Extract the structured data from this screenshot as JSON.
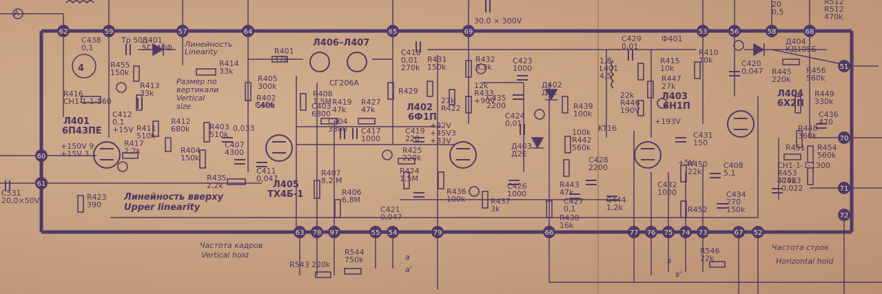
{
  "terminals": {
    "t62": "62",
    "t59": "59",
    "t57": "57",
    "t64": "64",
    "t65": "65",
    "t69": "69",
    "t53": "53",
    "t56": "56",
    "t58": "58",
    "t68": "68",
    "t60": "60",
    "t61": "61",
    "t51": "51",
    "t70": "70",
    "t71": "71",
    "t72": "72",
    "t63": "63",
    "t78": "78",
    "t97": "97",
    "t55": "55",
    "t54": "54",
    "t79": "79",
    "t66": "66",
    "t77": "77",
    "t76": "76",
    "t75": "75",
    "t74": "74",
    "t73": "73",
    "t67": "67",
    "t52": "52"
  },
  "tubes": {
    "L401": {
      "name": "Л401",
      "type": "6П43ПЕ"
    },
    "L405": {
      "name": "Л405",
      "type": "ТХ4Б-1"
    },
    "L402": {
      "name": "Л402",
      "type": "6Ф1П"
    },
    "L403": {
      "name": "Л403",
      "type": "6Н1П"
    },
    "L404": {
      "name": "Л404",
      "type": "6Х2П"
    },
    "L406_L407": {
      "name": "Л406–Л407",
      "type": "СГ206А"
    }
  },
  "markers": {
    "tp4": "4"
  },
  "captions": {
    "linearity_ru": "Линейность",
    "linearity_en": "Linearity",
    "size_ru_1": "Размер по",
    "size_ru_2": "вертикали",
    "size_en_1": "Vertical",
    "size_en_2": "size",
    "upper_linearity_ru": "Линейность вверху",
    "upper_linearity_en": "Upper linearity",
    "vertical_hold_ru": "Частота кадров",
    "vertical_hold_en": "Vertical hold",
    "horizontal_hold_ru": "Частота строк",
    "horizontal_hold_en": "Horizontal hold",
    "transformer": "Тр 503",
    "filter": "Ф401",
    "cap_top": "30,0 × 300V",
    "node_a": "а",
    "node_a_prime": "а'",
    "node_v": "в",
    "node_v_prime": "в'",
    "node_A": "A"
  },
  "components": [
    {
      "name": "C438",
      "lines": [
        "C438",
        "0,1"
      ]
    },
    {
      "name": "D401",
      "lines": [
        "Д401",
        "5ГЕ40Ф"
      ]
    },
    {
      "name": "R455",
      "lines": [
        "R455",
        "150k"
      ]
    },
    {
      "name": "R414",
      "lines": [
        "R414",
        "33k"
      ]
    },
    {
      "name": "R413",
      "lines": [
        "R413",
        "33k"
      ]
    },
    {
      "name": "R416",
      "lines": [
        "R416",
        "СН1-1-1-560"
      ]
    },
    {
      "name": "C412",
      "lines": [
        "C412",
        "0,1",
        "+15V"
      ]
    },
    {
      "name": "R411",
      "lines": [
        "R411",
        "510k"
      ]
    },
    {
      "name": "R412",
      "lines": [
        "R412",
        "680k"
      ]
    },
    {
      "name": "R403",
      "lines": [
        "R403",
        "510k"
      ]
    },
    {
      "name": "R404",
      "lines": [
        "R404",
        "150k"
      ]
    },
    {
      "name": "R417",
      "lines": [
        "R417",
        "2,2k"
      ]
    },
    {
      "name": "R423",
      "lines": [
        "R423",
        "390"
      ]
    },
    {
      "name": "C423",
      "lines": [
        "C531",
        "20,0×50V"
      ]
    },
    {
      "name": "V150",
      "lines": [
        "+150V 9",
        "+15V 3"
      ]
    },
    {
      "name": "C406",
      "lines": [
        "C406"
      ]
    },
    {
      "name": "C407",
      "lines": [
        "C407",
        "4300"
      ]
    },
    {
      "name": "C405",
      "lines": [
        "0,033"
      ]
    },
    {
      "name": "R435",
      "lines": [
        "R435",
        "2,2k"
      ]
    },
    {
      "name": "R401",
      "lines": [
        "R401",
        "47k"
      ]
    },
    {
      "name": "R405",
      "lines": [
        "R405",
        "300k"
      ]
    },
    {
      "name": "R402",
      "lines": [
        "R402",
        "560k"
      ]
    },
    {
      "name": "C411",
      "lines": [
        "C411",
        "0,047"
      ]
    },
    {
      "name": "R408",
      "lines": [
        "R408",
        "1,5M"
      ]
    },
    {
      "name": "C403",
      "lines": [
        "C403",
        "6800"
      ]
    },
    {
      "name": "R419",
      "lines": [
        "R419",
        "47k"
      ]
    },
    {
      "name": "C404",
      "lines": [
        "C404",
        "3300"
      ]
    },
    {
      "name": "R427",
      "lines": [
        "R427",
        "47k"
      ]
    },
    {
      "name": "C417",
      "lines": [
        "C417",
        "1000"
      ]
    },
    {
      "name": "R407",
      "lines": [
        "R407",
        "8,2 M"
      ]
    },
    {
      "name": "R406",
      "lines": [
        "R406",
        "6,8M"
      ]
    },
    {
      "name": "C418",
      "lines": [
        "C418",
        "0,01",
        "270k"
      ]
    },
    {
      "name": "R429",
      "lines": [
        "R429"
      ]
    },
    {
      "name": "R431",
      "lines": [
        "R431",
        "150k"
      ]
    },
    {
      "name": "R422",
      "lines": [
        "27k",
        "R422"
      ]
    },
    {
      "name": "R432",
      "lines": [
        "R432",
        "3,3k"
      ]
    },
    {
      "name": "C419",
      "lines": [
        "C419",
        "220"
      ]
    },
    {
      "name": "R425",
      "lines": [
        "R425",
        "220k"
      ]
    },
    {
      "name": "R424",
      "lines": [
        "R424",
        "1,5M"
      ]
    },
    {
      "name": "R436",
      "lines": [
        "R436",
        "100k"
      ]
    },
    {
      "name": "C421",
      "lines": [
        "C421",
        "0,047"
      ]
    },
    {
      "name": "R437",
      "lines": [
        "R437",
        "3k"
      ]
    },
    {
      "name": "V32",
      "lines": [
        "+32V",
        "+45V3",
        "+33V"
      ]
    },
    {
      "name": "C423b",
      "lines": [
        "C423",
        "1000"
      ]
    },
    {
      "name": "R433",
      "lines": [
        "12k",
        "R433",
        "+90V"
      ]
    },
    {
      "name": "C435",
      "lines": [
        "C435",
        "2200"
      ]
    },
    {
      "name": "C424",
      "lines": [
        "C424",
        "0,01"
      ]
    },
    {
      "name": "D402",
      "lines": [
        "Д402",
        "Д2Е"
      ]
    },
    {
      "name": "D403",
      "lines": [
        "Д403",
        "Д2Е"
      ]
    },
    {
      "name": "C426",
      "lines": [
        "C426",
        "1000"
      ]
    },
    {
      "name": "R439",
      "lines": [
        "R439",
        "100k"
      ]
    },
    {
      "name": "R442",
      "lines": [
        "100k",
        "R442",
        "560k"
      ]
    },
    {
      "name": "C428",
      "lines": [
        "C428",
        "2200"
      ]
    },
    {
      "name": "R443",
      "lines": [
        "R443",
        "47k"
      ]
    },
    {
      "name": "C427",
      "lines": [
        "C427",
        "0,1"
      ]
    },
    {
      "name": "R438",
      "lines": [
        "R438",
        "16k"
      ]
    },
    {
      "name": "KT16",
      "lines": [
        "KT16"
      ]
    },
    {
      "name": "C429",
      "lines": [
        "C429",
        "0,01"
      ]
    },
    {
      "name": "L401c",
      "lines": [
        "1,8",
        "L401",
        "4,5"
      ]
    },
    {
      "name": "R415",
      "lines": [
        "R415",
        "10k"
      ]
    },
    {
      "name": "R447",
      "lines": [
        "R447",
        "27k"
      ]
    },
    {
      "name": "R446",
      "lines": [
        "22k",
        "R446",
        "190V"
      ]
    },
    {
      "name": "V193",
      "lines": [
        "+193V"
      ]
    },
    {
      "name": "C431",
      "lines": [
        "C431",
        "150"
      ]
    },
    {
      "name": "C444",
      "lines": [
        "C444",
        "1,2k"
      ]
    },
    {
      "name": "R450",
      "lines": [
        "R450",
        "22k"
      ]
    },
    {
      "name": "C432",
      "lines": [
        "C432",
        "1000"
      ]
    },
    {
      "name": "R452",
      "lines": [
        "R452"
      ]
    },
    {
      "name": "C434",
      "lines": [
        "C434",
        "270",
        "150k"
      ]
    },
    {
      "name": "C408",
      "lines": [
        "C408",
        "5,1"
      ]
    },
    {
      "name": "V5",
      "lines": [
        "+5V"
      ]
    },
    {
      "name": "R410",
      "lines": [
        "R410",
        "10k"
      ]
    },
    {
      "name": "C420",
      "lines": [
        "C420",
        "0,047"
      ]
    },
    {
      "name": "D404",
      "lines": [
        "Д404",
        "КД105Б"
      ]
    },
    {
      "name": "R445",
      "lines": [
        "R445",
        "220k"
      ]
    },
    {
      "name": "R456",
      "lines": [
        "R456",
        "560k"
      ]
    },
    {
      "name": "R449",
      "lines": [
        "R449",
        "330k"
      ]
    },
    {
      "name": "C436",
      "lines": [
        "C436",
        "470"
      ]
    },
    {
      "name": "R448",
      "lines": [
        "R448",
        "360k"
      ]
    },
    {
      "name": "R451",
      "lines": [
        "R451"
      ]
    },
    {
      "name": "R454",
      "lines": [
        "R454",
        "560k"
      ]
    },
    {
      "name": "R453",
      "lines": [
        "СН1-1-1-1300",
        "R453",
        "470k"
      ]
    },
    {
      "name": "C433",
      "lines": [
        "C433",
        "0,022"
      ]
    },
    {
      "name": "R512",
      "lines": [
        "R512",
        "R512",
        "470k"
      ]
    },
    {
      "name": "C05",
      "lines": [
        "20",
        "0,5"
      ]
    },
    {
      "name": "R543",
      "lines": [
        "R543 220k"
      ]
    },
    {
      "name": "R544",
      "lines": [
        "R544",
        "750k"
      ]
    },
    {
      "name": "R546",
      "lines": [
        "R546",
        "22k"
      ]
    }
  ]
}
